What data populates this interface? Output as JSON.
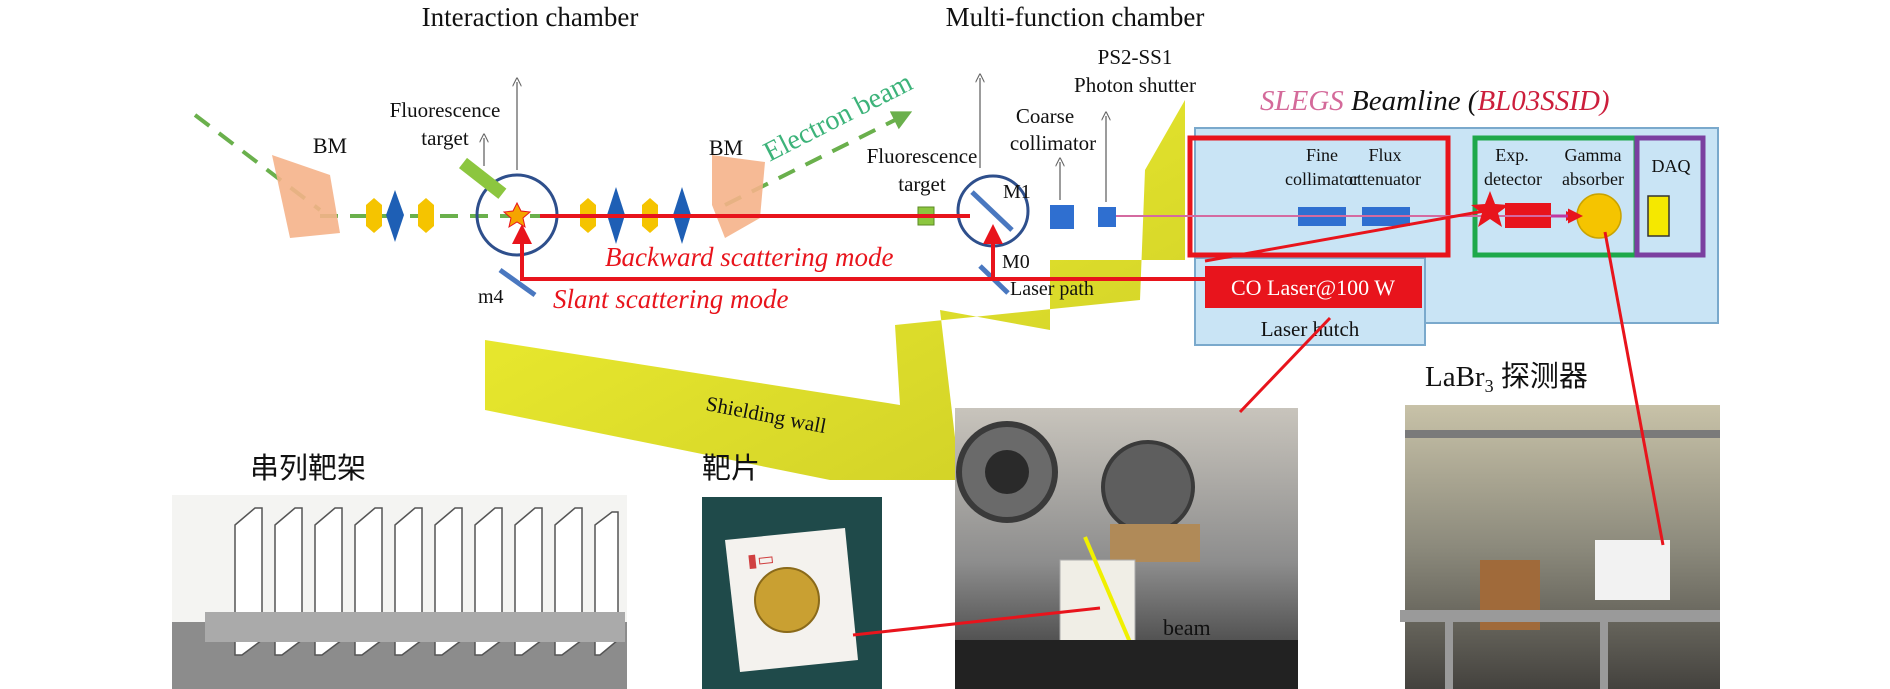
{
  "titles": {
    "interaction_chamber": "Interaction chamber",
    "multi_function_chamber": "Multi-function chamber"
  },
  "labels": {
    "ps2_ss1": "PS2-SS1",
    "photon_shutter": "Photon shutter",
    "coarse": "Coarse",
    "collimator": "collimator",
    "fluorescence_1": "Fluorescence",
    "target_1": "target",
    "fluorescence_2": "Fluorescence",
    "target_2": "target",
    "bm_left": "BM",
    "bm_right": "BM",
    "electron_beam": "Electron beam",
    "m1": "M1",
    "m0": "M0",
    "m4": "m4",
    "laser_path": "Laser path",
    "backward_mode": "Backward scattering mode",
    "slant_mode": "Slant scattering mode",
    "shielding_wall": "Shielding wall",
    "co_laser": "CO Laser@100 W",
    "laser_hutch": "Laser hutch",
    "fine": "Fine",
    "fine_collimator": "collimator",
    "flux": "Flux",
    "flux_attenuator": "cttenuator",
    "exp": "Exp.",
    "detector": "detector",
    "gamma": "Gamma",
    "absorber": "absorber",
    "daq": "DAQ",
    "beam_in_photo": "beam"
  },
  "beamline_title": {
    "slegs": "SLEGS",
    "beamline": " Beamline (",
    "code": "BL03SSID",
    "close": ")"
  },
  "photo_labels": {
    "tandem_holder": "串列靶架",
    "target_sheet": "靶片",
    "labr3_prefix": "LaBr",
    "labr3_sub": "3",
    "labr3_suffix": " 探测器"
  },
  "colors": {
    "red_beam": "#e8141c",
    "electron_green": "#6ab04c",
    "electron_label": "#3db37a",
    "wall_yellow": "#e8e81a",
    "hutch_blue": "#c9e4f5",
    "chamber_circle": "#2e4f8c",
    "slegs_pink": "#d46a9a",
    "code_red": "#cc1e3c",
    "box_red": "#e8141c",
    "box_green": "#1ea84a",
    "box_purple": "#7b3fa0",
    "component_blue": "#2f6fd0"
  }
}
